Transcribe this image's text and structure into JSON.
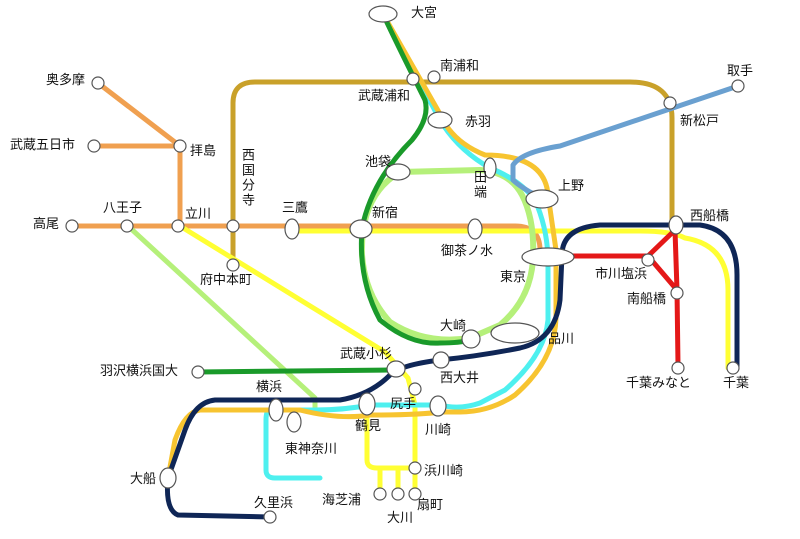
{
  "colors": {
    "musashino": "#c9a12a",
    "chuo_rapid": "#f0a050",
    "sobu_yellow": "#ffff33",
    "yamanote": "#b5f07a",
    "keihin_tohoku": "#4ef0ef",
    "saikyo": "#1a9a2a",
    "yokosuka": "#0f2656",
    "tokaido": "#f7c430",
    "keiyo": "#e41818",
    "joban": "#6aa0d0",
    "nambu": "#ffff33",
    "station_fill": "#ffffff",
    "station_stroke": "#555555"
  },
  "stations": {
    "omiya": "大宮",
    "minamiurawa": "南浦和",
    "musashiurawa": "武蔵浦和",
    "akabane": "赤羽",
    "toride": "取手",
    "shinmatsudo": "新松戸",
    "okutama": "奥多摩",
    "musashiitsukaichi": "武蔵五日市",
    "haijima": "拝島",
    "nishikokubunji": "西国分寺",
    "ikebukuro": "池袋",
    "tabata": "田端",
    "ueno": "上野",
    "takao": "高尾",
    "hachioji": "八王子",
    "tachikawa": "立川",
    "mitaka": "三鷹",
    "shinjuku": "新宿",
    "ochanomizu": "御茶ノ水",
    "nishifunabashi": "西船橋",
    "fuchuhonmachi": "府中本町",
    "tokyo": "東京",
    "ichikawashiohama": "市川塩浜",
    "minamifunabashi": "南船橋",
    "osaki": "大崎",
    "shinagawa": "品川",
    "hamura": "羽沢横浜国大",
    "musashikosugi": "武蔵小杉",
    "nishioi": "西大井",
    "chibaminato": "千葉みなと",
    "chiba": "千葉",
    "yokohama": "横浜",
    "shiriteuchi": "尻手",
    "tsurumi": "鶴見",
    "kawasaki": "川崎",
    "higashikanagawa": "東神奈川",
    "hamakawasaki": "浜川崎",
    "ofuna": "大船",
    "umishibaura": "海芝浦",
    "ogimachi": "扇町",
    "okawa": "大川",
    "kurihama": "久里浜"
  }
}
